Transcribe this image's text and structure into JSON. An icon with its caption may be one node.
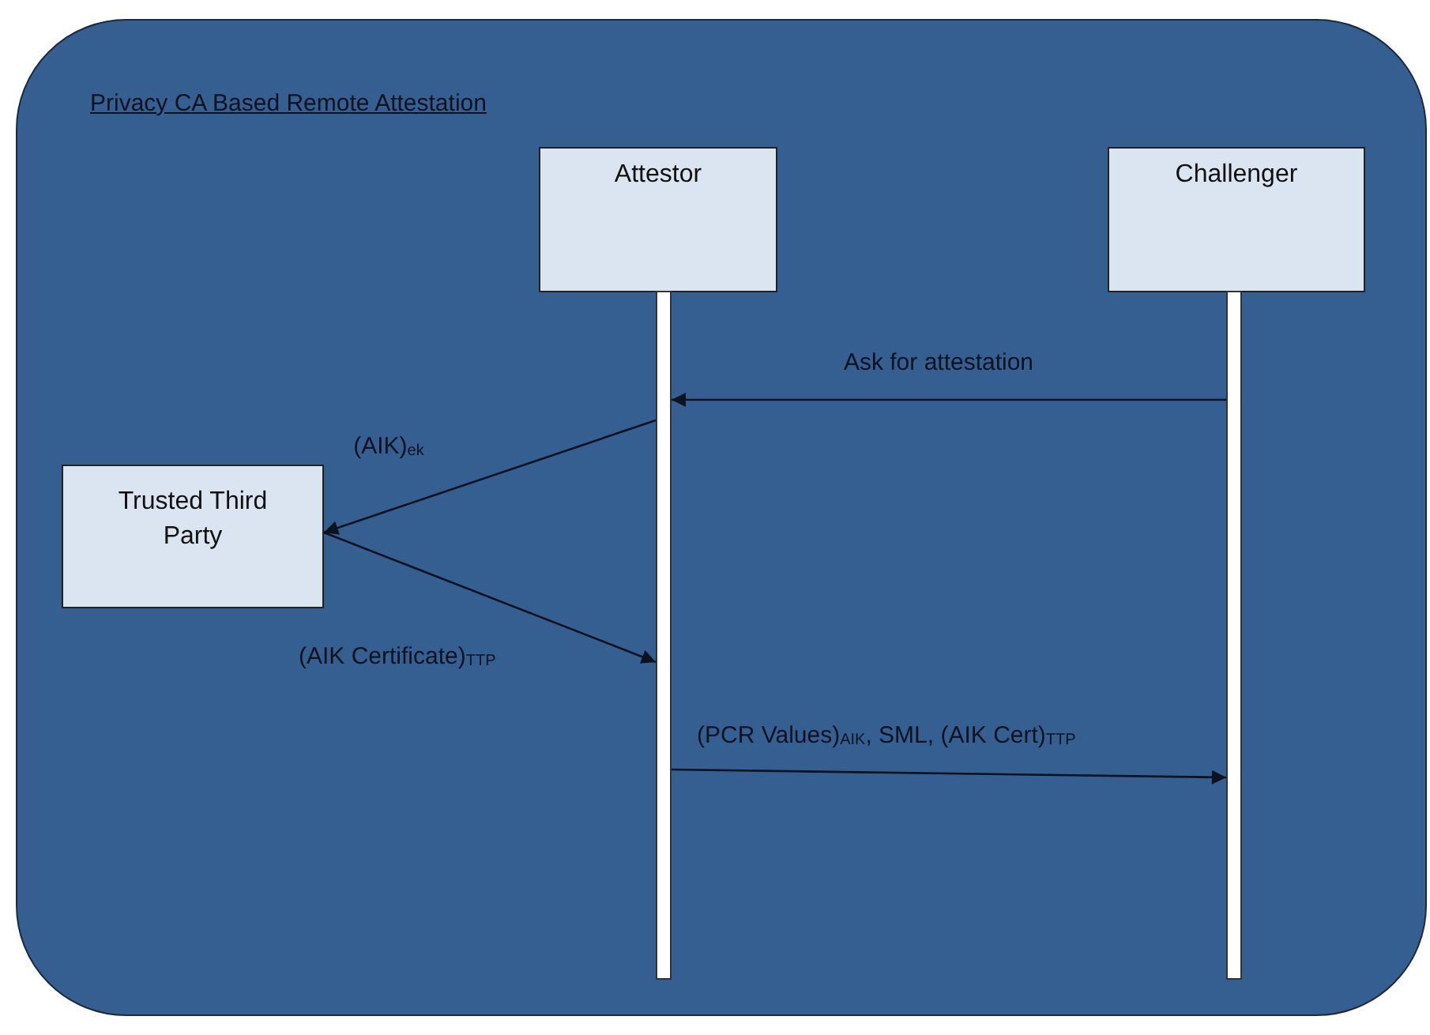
{
  "diagram": {
    "nodes": [
      {
        "text": [
          "Privacy CA Based Remote Attestation"
        ]
      },
      {
        "text": [
          "Attestor"
        ],
        "in": 0
      },
      {
        "text": [
          "Challenger"
        ],
        "in": 0
      },
      {
        "text": [
          "Trusted Third Party"
        ],
        "in": 0
      },
      {
        "text": [],
        "shape": "bar",
        "in": 0
      },
      {
        "text": [],
        "shape": "bar",
        "in": 0
      }
    ],
    "edges": [
      {
        "from": 5,
        "to": 4,
        "arrow": "to",
        "label": "Ask for attestation"
      },
      {
        "from": 4,
        "to": 3,
        "arrow": "to",
        "label": "(AIK)$_{ek}$"
      },
      {
        "from": 3,
        "to": 4,
        "arrow": "to",
        "label": "(AIK Certificate)$_{TTP}$"
      },
      {
        "from": 4,
        "to": 5,
        "arrow": "to",
        "label": "(PCR Values)$_{AIK}$, SML, (AIK Cert)$_{TTP}$"
      }
    ]
  }
}
